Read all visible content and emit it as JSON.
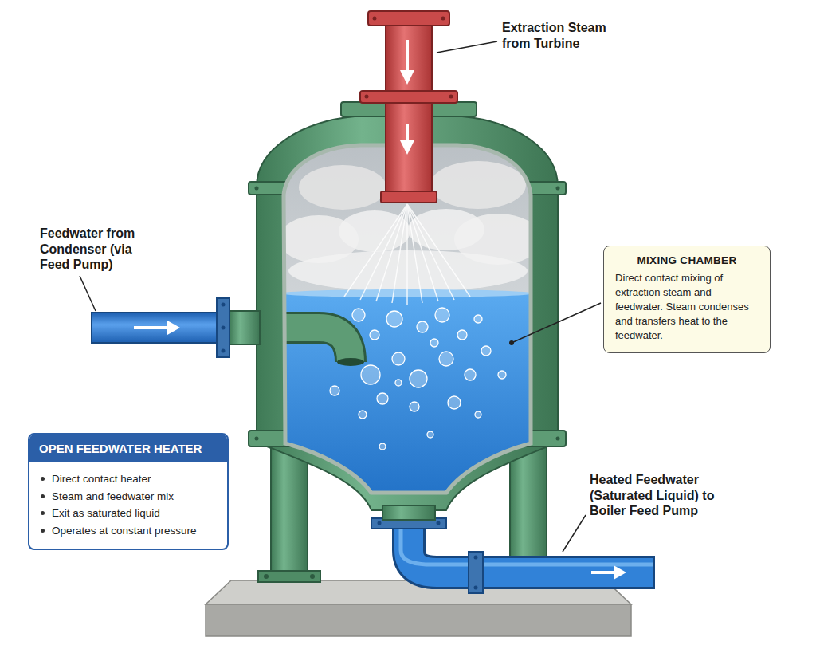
{
  "diagram": {
    "nodes": [
      {
        "text": [
          "MIXING CHAMBER",
          "Direct contact mixing of extraction steam and feedwater. Steam condenses and transfers heat to the feedwater."
        ]
      },
      {
        "text": [
          "OPEN FEEDWATER HEATER",
          "Direct contact heater",
          "Steam and feedwater mix",
          "Exit as saturated liquid",
          "Operates at constant pressure"
        ]
      }
    ],
    "labels": [
      "Extraction Steam from Turbine",
      "Feedwater from Condenser (via Feed Pump)",
      "Heated Feedwater (Saturated Liquid) to Boiler Feed Pump"
    ]
  }
}
